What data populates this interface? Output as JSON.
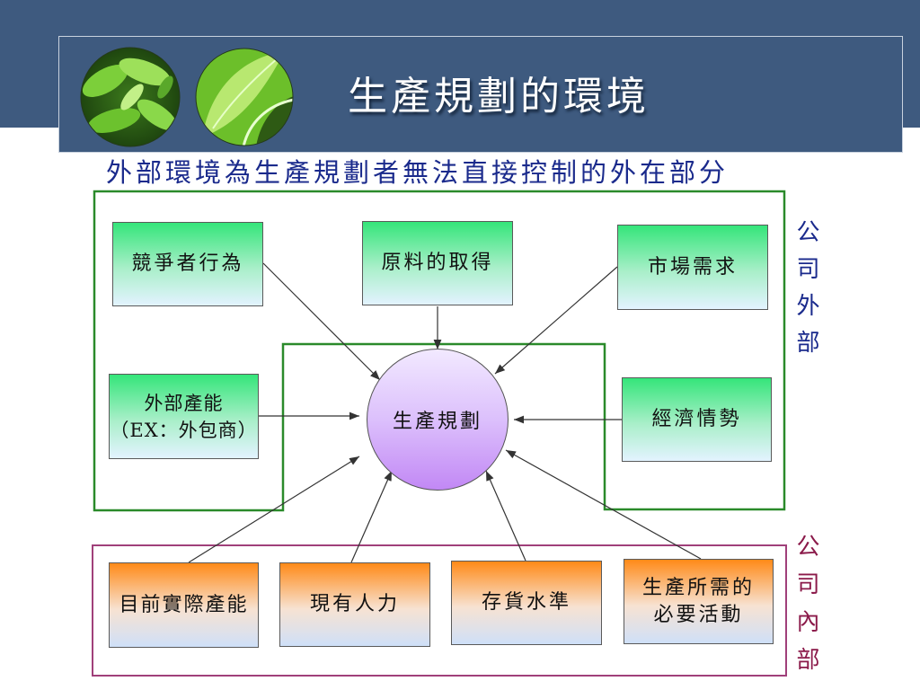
{
  "title": "生產規劃的環境",
  "subtitle": "外部環境為生產規劃者無法直接控制的外在部分",
  "side_labels": {
    "external": "公司外部",
    "internal": "公司內部"
  },
  "center": "生產規劃",
  "external_factors": {
    "competitor": "競爭者行為",
    "materials": "原料的取得",
    "market": "市場需求",
    "capacity_line1": "外部產能",
    "capacity_line2": "（EX：外包商）",
    "economy": "經濟情勢"
  },
  "internal_factors": {
    "capacity": "目前實際產能",
    "manpower": "現有人力",
    "inventory": "存貨水準",
    "activities_line1": "生產所需的",
    "activities_line2": "必要活動"
  },
  "colors": {
    "header-blue": "#3e5a7f",
    "external-label": "#1a2a8c",
    "internal-label": "#8b1a4a",
    "external-border": "#2a8a2a",
    "internal-border": "#a0407a"
  }
}
